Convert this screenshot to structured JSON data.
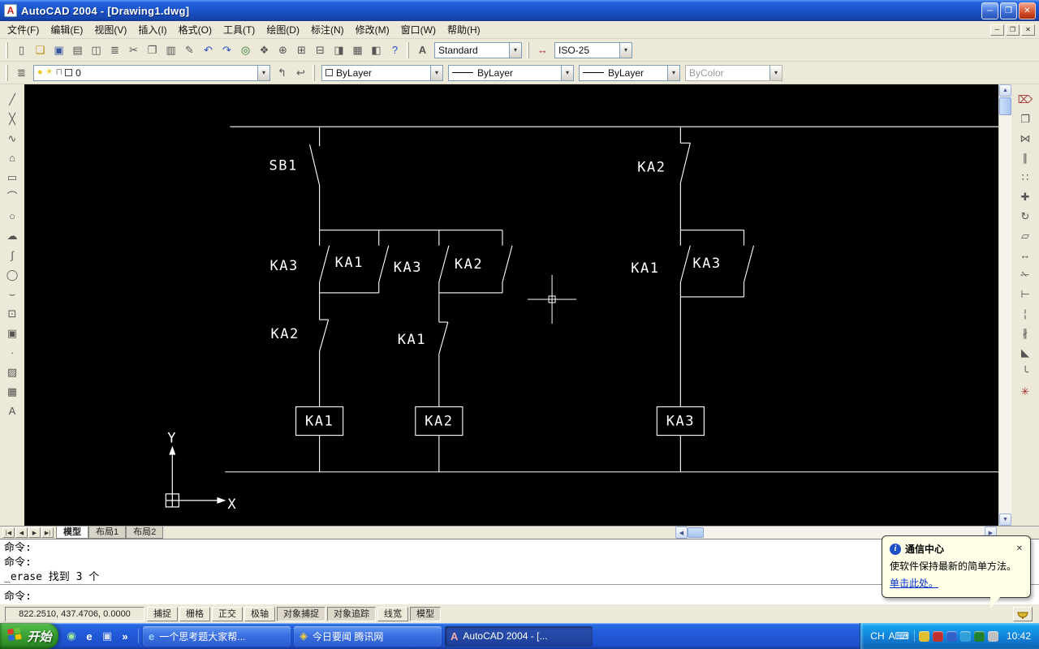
{
  "window": {
    "app_icon_letter": "A",
    "title": "AutoCAD 2004 - [Drawing1.dwg]"
  },
  "ui": {
    "dropdown_arrow": "▾",
    "arrow_up": "▲",
    "arrow_down": "▼",
    "arrow_left": "◀",
    "arrow_right": "▶",
    "close_glyph": "✕",
    "minimize_glyph": "─",
    "restore_glyph": "❐",
    "tab_nav": [
      "|◀",
      "◀",
      "▶",
      "▶|"
    ],
    "balloon_info_glyph": "i"
  },
  "menu": {
    "items": [
      "文件(F)",
      "编辑(E)",
      "视图(V)",
      "插入(I)",
      "格式(O)",
      "工具(T)",
      "绘图(D)",
      "标注(N)",
      "修改(M)",
      "窗口(W)",
      "帮助(H)"
    ]
  },
  "toolbar_standard": {
    "buttons": [
      {
        "name": "new-button",
        "glyph": "▯",
        "color": "#555555"
      },
      {
        "name": "open-button",
        "glyph": "❏",
        "color": "#b8860b"
      },
      {
        "name": "save-button",
        "glyph": "▣",
        "color": "#34579f"
      },
      {
        "name": "plot-button",
        "glyph": "▤",
        "color": "#555555"
      },
      {
        "name": "plot-preview-button",
        "glyph": "◫",
        "color": "#555555"
      },
      {
        "name": "publish-button",
        "glyph": "≣",
        "color": "#555555"
      },
      {
        "name": "cut-button",
        "glyph": "✂",
        "color": "#555555"
      },
      {
        "name": "copy-button",
        "glyph": "❐",
        "color": "#555555"
      },
      {
        "name": "paste-button",
        "glyph": "▥",
        "color": "#555555"
      },
      {
        "name": "match-properties-button",
        "glyph": "✎",
        "color": "#555555"
      },
      {
        "name": "undo-button",
        "glyph": "↶",
        "color": "#2a52c8"
      },
      {
        "name": "redo-button",
        "glyph": "↷",
        "color": "#2a52c8"
      },
      {
        "name": "insert-hyperlink-button",
        "glyph": "◎",
        "color": "#2a7a2a"
      },
      {
        "name": "pan-realtime-button",
        "glyph": "❖",
        "color": "#555555"
      },
      {
        "name": "zoom-realtime-button",
        "glyph": "⊕",
        "color": "#555555"
      },
      {
        "name": "zoom-window-button",
        "glyph": "⊞",
        "color": "#555555"
      },
      {
        "name": "zoom-previous-button",
        "glyph": "⊟",
        "color": "#555555"
      },
      {
        "name": "properties-button",
        "glyph": "◨",
        "color": "#555555"
      },
      {
        "name": "designcenter-button",
        "glyph": "▦",
        "color": "#555555"
      },
      {
        "name": "tool-palettes-button",
        "glyph": "◧",
        "color": "#555555"
      },
      {
        "name": "help-button",
        "glyph": "?",
        "color": "#2a52c8"
      }
    ],
    "text_style_glyph": "A",
    "text_style_combo": "Standard",
    "dim_style_glyph": "↔",
    "dim_style_combo": "ISO-25"
  },
  "toolbar_layers": {
    "layers_button_glyph": "≣",
    "layer_combo": {
      "bulb": "●",
      "sun": "☀",
      "lock": "⊓",
      "value": "0"
    },
    "make_current_glyph": "↰",
    "layer_previous_glyph": "↩",
    "color_combo": "ByLayer",
    "linetype_combo": "ByLayer",
    "lineweight_combo": "ByLayer",
    "plotstyle_combo": "ByColor"
  },
  "toolbar_draw": {
    "buttons": [
      {
        "name": "line-button",
        "glyph": "╱"
      },
      {
        "name": "construction-line-button",
        "glyph": "╳"
      },
      {
        "name": "polyline-button",
        "glyph": "∿"
      },
      {
        "name": "polygon-button",
        "glyph": "⌂"
      },
      {
        "name": "rectangle-button",
        "glyph": "▭"
      },
      {
        "name": "arc-button",
        "glyph": "⌒"
      },
      {
        "name": "circle-button",
        "glyph": "○"
      },
      {
        "name": "revision-cloud-button",
        "glyph": "☁"
      },
      {
        "name": "spline-button",
        "glyph": "∫"
      },
      {
        "name": "ellipse-button",
        "glyph": "◯"
      },
      {
        "name": "ellipse-arc-button",
        "glyph": "⌣"
      },
      {
        "name": "insert-block-button",
        "glyph": "⊡"
      },
      {
        "name": "make-block-button",
        "glyph": "▣"
      },
      {
        "name": "point-button",
        "glyph": "∙"
      },
      {
        "name": "hatch-button",
        "glyph": "▨"
      },
      {
        "name": "region-button",
        "glyph": "▦"
      },
      {
        "name": "multiline-text-button",
        "glyph": "A"
      }
    ]
  },
  "toolbar_modify": {
    "buttons": [
      {
        "name": "erase-button",
        "glyph": "⌦",
        "color": "#a23333"
      },
      {
        "name": "copy-object-button",
        "glyph": "❐",
        "color": "#555555"
      },
      {
        "name": "mirror-button",
        "glyph": "⋈",
        "color": "#555555"
      },
      {
        "name": "offset-button",
        "glyph": "∥",
        "color": "#555555"
      },
      {
        "name": "array-button",
        "glyph": "∷",
        "color": "#555555"
      },
      {
        "name": "move-button",
        "glyph": "✚",
        "color": "#555555"
      },
      {
        "name": "rotate-button",
        "glyph": "↻",
        "color": "#555555"
      },
      {
        "name": "scale-button",
        "glyph": "▱",
        "color": "#555555"
      },
      {
        "name": "stretch-button",
        "glyph": "↔",
        "color": "#555555"
      },
      {
        "name": "trim-button",
        "glyph": "✁",
        "color": "#555555"
      },
      {
        "name": "extend-button",
        "glyph": "⊢",
        "color": "#555555"
      },
      {
        "name": "break-at-point-button",
        "glyph": "¦",
        "color": "#555555"
      },
      {
        "name": "break-button",
        "glyph": "∦",
        "color": "#555555"
      },
      {
        "name": "chamfer-button",
        "glyph": "◣",
        "color": "#555555"
      },
      {
        "name": "fillet-button",
        "glyph": "╰",
        "color": "#555555"
      },
      {
        "name": "explode-button",
        "glyph": "✳",
        "color": "#a23333"
      }
    ]
  },
  "drawing": {
    "labels": {
      "sb1": "SB1",
      "g1_left": "KA3",
      "g1_right": "KA1",
      "g2_left": "KA3",
      "g2_right": "KA2",
      "r1_contact": "KA2",
      "r2_contact": "KA1",
      "r3_top": "KA2",
      "g3_left": "KA1",
      "g3_right": "KA3",
      "coil1": "KA1",
      "coil2": "KA2",
      "coil3": "KA3",
      "axis_x": "X",
      "axis_y": "Y"
    }
  },
  "tabs": {
    "model": "模型",
    "layout1": "布局1",
    "layout2": "布局2"
  },
  "command": {
    "history": [
      "命令:",
      "命令:",
      "_erase 找到 3 个"
    ],
    "prompt": "命令:"
  },
  "status": {
    "coords": "822.2510, 437.4706, 0.0000",
    "toggles": [
      {
        "label": "捕捉",
        "pressed": false
      },
      {
        "label": "栅格",
        "pressed": false
      },
      {
        "label": "正交",
        "pressed": false
      },
      {
        "label": "极轴",
        "pressed": false
      },
      {
        "label": "对象捕捉",
        "pressed": true
      },
      {
        "label": "对象追踪",
        "pressed": true
      },
      {
        "label": "线宽",
        "pressed": false
      },
      {
        "label": "模型",
        "pressed": true
      }
    ]
  },
  "balloon": {
    "title": "通信中心",
    "body": "使软件保持最新的简单方法。",
    "link": "单击此处。"
  },
  "taskbar": {
    "start_label": "开始",
    "quick_launch": [
      {
        "name": "quick-launch-icon-1",
        "glyph": "◉",
        "color": "#9fe6a0"
      },
      {
        "name": "quick-launch-icon-2",
        "glyph": "e",
        "color": "#ffffff"
      },
      {
        "name": "quick-launch-icon-3",
        "glyph": "▣",
        "color": "#d0d8f0"
      },
      {
        "name": "quick-launch-overflow",
        "glyph": "»",
        "color": "#ffffff"
      }
    ],
    "tasks": [
      {
        "name": "task-ie-question",
        "icon": "e",
        "icon_color": "#9fd0f5",
        "label": "一个思考题大家帮...",
        "active": false
      },
      {
        "name": "task-qq-news",
        "icon": "◈",
        "icon_color": "#f0d040",
        "label": "今日要闻 腾讯网",
        "active": false
      },
      {
        "name": "task-autocad",
        "icon": "A",
        "icon_color": "#f0b0b0",
        "label": "AutoCAD 2004 - [...",
        "active": true
      }
    ],
    "language": "CH",
    "lang_icons": [
      "A",
      "⌨"
    ],
    "tray_icons": [
      {
        "name": "tray-icon-1",
        "color": "#e0c030"
      },
      {
        "name": "tray-icon-2",
        "color": "#c03030"
      },
      {
        "name": "tray-icon-3",
        "color": "#3060c8"
      },
      {
        "name": "tray-icon-4",
        "color": "#30a0d8"
      },
      {
        "name": "tray-icon-5",
        "color": "#208030"
      },
      {
        "name": "tray-icon-6",
        "color": "#c0c0c0"
      }
    ],
    "time": "10:42"
  }
}
